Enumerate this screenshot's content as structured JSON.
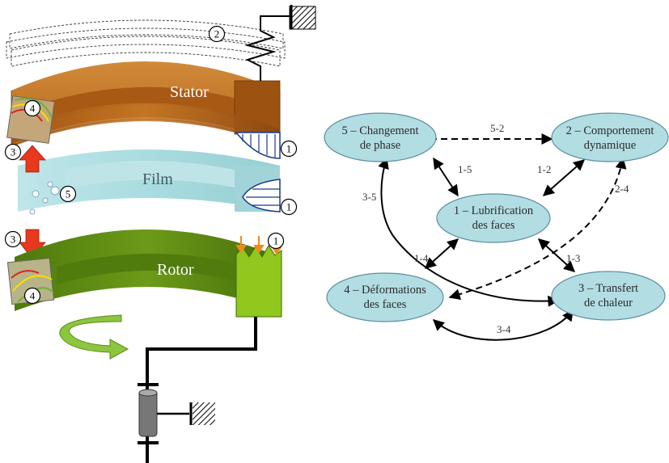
{
  "colors": {
    "stator": "#b8671a",
    "film": "#a9dce0",
    "rotor": "#5e8a12",
    "node_fill": "#b2dde3",
    "arrow_red": "#e8381d"
  },
  "left": {
    "stator_label": "Stator",
    "film_label": "Film",
    "rotor_label": "Rotor",
    "markers": [
      "2",
      "4",
      "1",
      "3",
      "5",
      "1",
      "3",
      "1",
      "4"
    ]
  },
  "graph": {
    "nodes": [
      {
        "id": "n5",
        "line1": "5 – Changement",
        "line2": "de phase"
      },
      {
        "id": "n2",
        "line1": "2 – Comportement",
        "line2": "dynamique"
      },
      {
        "id": "n1",
        "line1": "1 – Lubrification",
        "line2": "des faces"
      },
      {
        "id": "n4",
        "line1": "4 – Déformations",
        "line2": "des faces"
      },
      {
        "id": "n3",
        "line1": "3 – Transfert",
        "line2": "de chaleur"
      }
    ],
    "edges": [
      {
        "label": "5-2",
        "style": "dashed"
      },
      {
        "label": "1-5",
        "style": "solid"
      },
      {
        "label": "1-2",
        "style": "solid"
      },
      {
        "label": "3-5",
        "style": "solid"
      },
      {
        "label": "2-4",
        "style": "dashed"
      },
      {
        "label": "1-4",
        "style": "solid"
      },
      {
        "label": "1-3",
        "style": "solid"
      },
      {
        "label": "3-4",
        "style": "solid"
      }
    ]
  }
}
